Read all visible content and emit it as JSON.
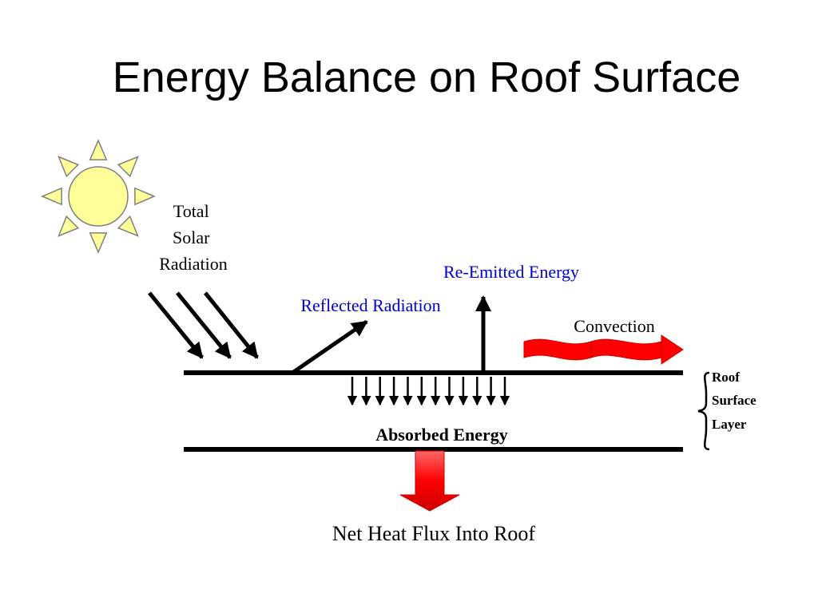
{
  "title": "Energy Balance on Roof Surface",
  "labels": {
    "total_solar_radiation": [
      "Total",
      "Solar",
      "Radiation"
    ],
    "reflected_radiation": "Reflected Radiation",
    "re_emitted_energy": "Re-Emitted Energy",
    "convection": "Convection",
    "absorbed_energy": "Absorbed Energy",
    "net_heat_flux": "Net Heat Flux Into Roof",
    "roof_surface_layer": [
      "Roof",
      "Surface",
      "Layer"
    ]
  },
  "colors": {
    "sun_fill": "#ffff99",
    "sun_stroke": "#7f7f7f",
    "highlight_text": "#0000cc",
    "arrow_red": "#ff0000",
    "line": "#000000"
  },
  "icons": {
    "sun": "sun-icon",
    "solar_arrows": "diagonal-arrows",
    "absorbed_arrows": "down-arrows",
    "convection_arrow": "wavy-right-arrow",
    "heat_flux_arrow": "block-down-arrow",
    "layer_brace": "right-brace"
  },
  "absorbed_arrow_count": 12
}
